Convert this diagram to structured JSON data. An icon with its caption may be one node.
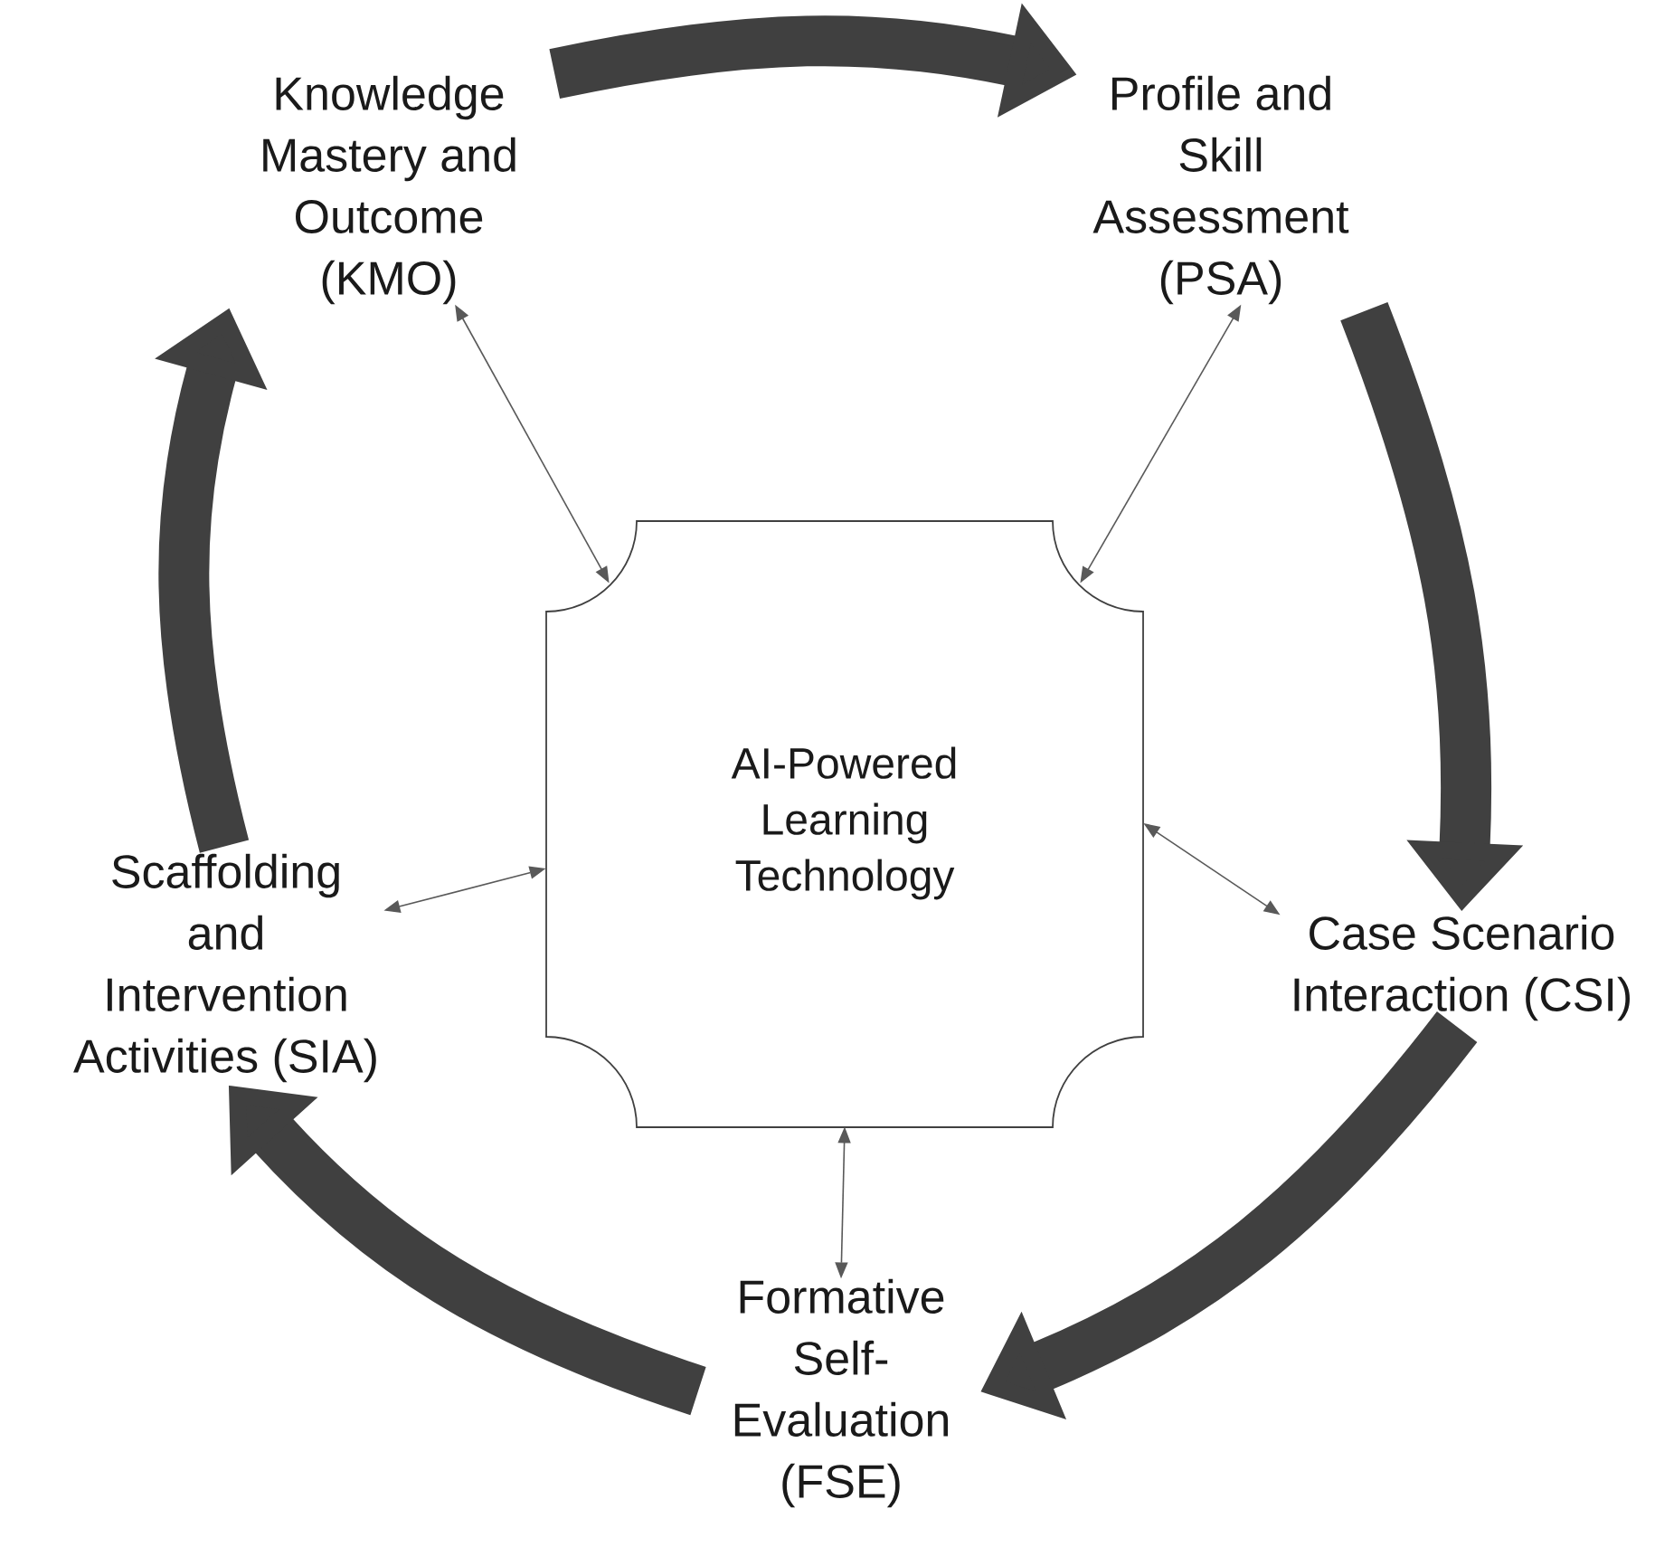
{
  "diagram": {
    "nodes": [
      {
        "text": [
          "AI-Powered Learning Technology"
        ]
      },
      {
        "text": [
          "Knowledge Mastery and Outcome (KMO)"
        ]
      },
      {
        "text": [
          "Profile and Skill Assessment (PSA)"
        ]
      },
      {
        "text": [
          "Case Scenario Interaction (CSI)"
        ]
      },
      {
        "text": [
          "Formative Self-Evaluation (FSE)"
        ]
      },
      {
        "text": [
          "Scaffolding and Intervention Activities (SIA)"
        ]
      }
    ],
    "edges": [
      {
        "from": 0,
        "to": 1,
        "arrow": "both"
      },
      {
        "from": 0,
        "to": 2,
        "arrow": "both"
      },
      {
        "from": 0,
        "to": 3,
        "arrow": "both"
      },
      {
        "from": 0,
        "to": 4,
        "arrow": "both"
      },
      {
        "from": 0,
        "to": 5,
        "arrow": "both"
      },
      {
        "from": 1,
        "to": 2,
        "arrow": "to",
        "style": "thick",
        "color": "#404040"
      },
      {
        "from": 2,
        "to": 3,
        "arrow": "to",
        "style": "thick",
        "color": "#404040"
      },
      {
        "from": 3,
        "to": 4,
        "arrow": "to",
        "style": "thick",
        "color": "#404040"
      },
      {
        "from": 4,
        "to": 5,
        "arrow": "to",
        "style": "thick",
        "color": "#404040"
      },
      {
        "from": 5,
        "to": 1,
        "arrow": "to",
        "style": "thick",
        "color": "#404040"
      }
    ]
  }
}
